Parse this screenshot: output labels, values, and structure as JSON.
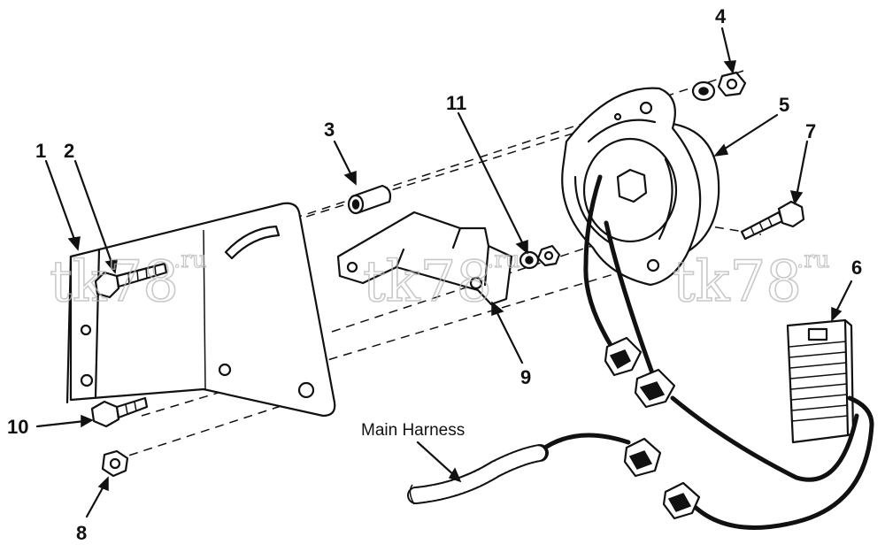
{
  "callouts": {
    "c1": "1",
    "c2": "2",
    "c3": "3",
    "c4": "4",
    "c5": "5",
    "c6": "6",
    "c7": "7",
    "c8": "8",
    "c9": "9",
    "c10": "10",
    "c11": "11"
  },
  "caption": {
    "main_harness": "Main Harness"
  },
  "watermark": {
    "main": "tk78",
    "suffix": ".ru"
  }
}
